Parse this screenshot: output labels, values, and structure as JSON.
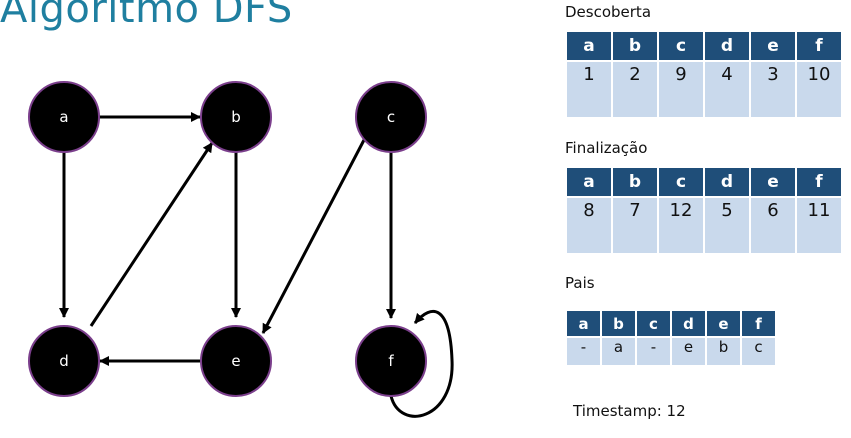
{
  "title": "Algoritmo DFS",
  "graph": {
    "nodes": [
      "a",
      "b",
      "c",
      "d",
      "e",
      "f"
    ]
  },
  "descoberta": {
    "caption": "Descoberta",
    "headers": [
      "a",
      "b",
      "c",
      "d",
      "e",
      "f"
    ],
    "values": [
      "1",
      "2",
      "9",
      "4",
      "3",
      "10"
    ]
  },
  "finalizacao": {
    "caption": "Finalização",
    "headers": [
      "a",
      "b",
      "c",
      "d",
      "e",
      "f"
    ],
    "values": [
      "8",
      "7",
      "12",
      "5",
      "6",
      "11"
    ]
  },
  "pais": {
    "caption": "Pais",
    "headers": [
      "a",
      "b",
      "c",
      "d",
      "e",
      "f"
    ],
    "values": [
      "-",
      "a",
      "-",
      "e",
      "b",
      "c"
    ]
  },
  "timestamp": "Timestamp: 12",
  "colors": {
    "title": "#1f7fa0",
    "node_fill": "#000000",
    "node_border": "#7b3f8c",
    "table_header": "#1f4e79",
    "table_cell": "#c9d9ec"
  }
}
